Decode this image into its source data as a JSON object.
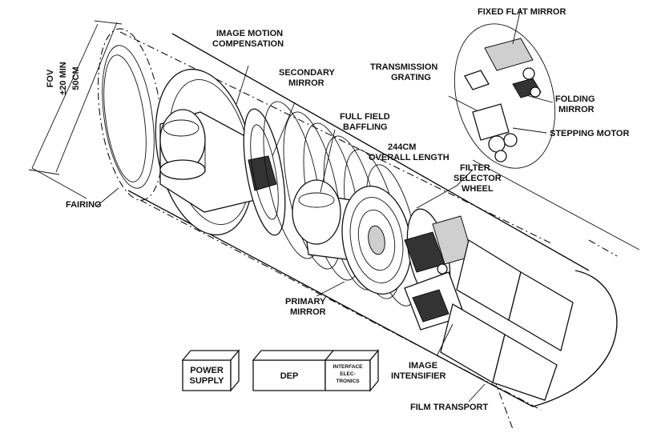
{
  "labels": {
    "image_motion_compensation_1": "IMAGE MOTION",
    "image_motion_compensation_2": "COMPENSATION",
    "secondary_mirror_1": "SECONDARY",
    "secondary_mirror_2": "MIRROR",
    "full_field_baffling_1": "FULL FIELD",
    "full_field_baffling_2": "BAFFLING",
    "fixed_flat_mirror": "FIXED FLAT MIRROR",
    "transmission_grating_1": "TRANSMISSION",
    "transmission_grating_2": "GRATING",
    "folding_mirror_1": "FOLDING",
    "folding_mirror_2": "MIRROR",
    "stepping_motor": "STEPPING MOTOR",
    "overall_length_1": "244CM",
    "overall_length_2": "OVERALL LENGTH",
    "filter_selector_wheel_1": "FILTER",
    "filter_selector_wheel_2": "SELECTOR",
    "filter_selector_wheel_3": "WHEEL",
    "fairing": "FAIRING",
    "fov_1": "FOV",
    "fov_2": "±20 MIN",
    "diameter": "50CM",
    "primary_mirror_1": "PRIMARY",
    "primary_mirror_2": "MIRROR",
    "image_intensifier_1": "IMAGE",
    "image_intensifier_2": "INTENSIFIER",
    "film_transport": "FILM TRANSPORT"
  },
  "boxes": {
    "power_supply_1": "POWER",
    "power_supply_2": "SUPPLY",
    "dep": "DEP",
    "interface_1": "INTERFACE",
    "interface_2": "ELEC-",
    "interface_3": "TRONICS"
  }
}
